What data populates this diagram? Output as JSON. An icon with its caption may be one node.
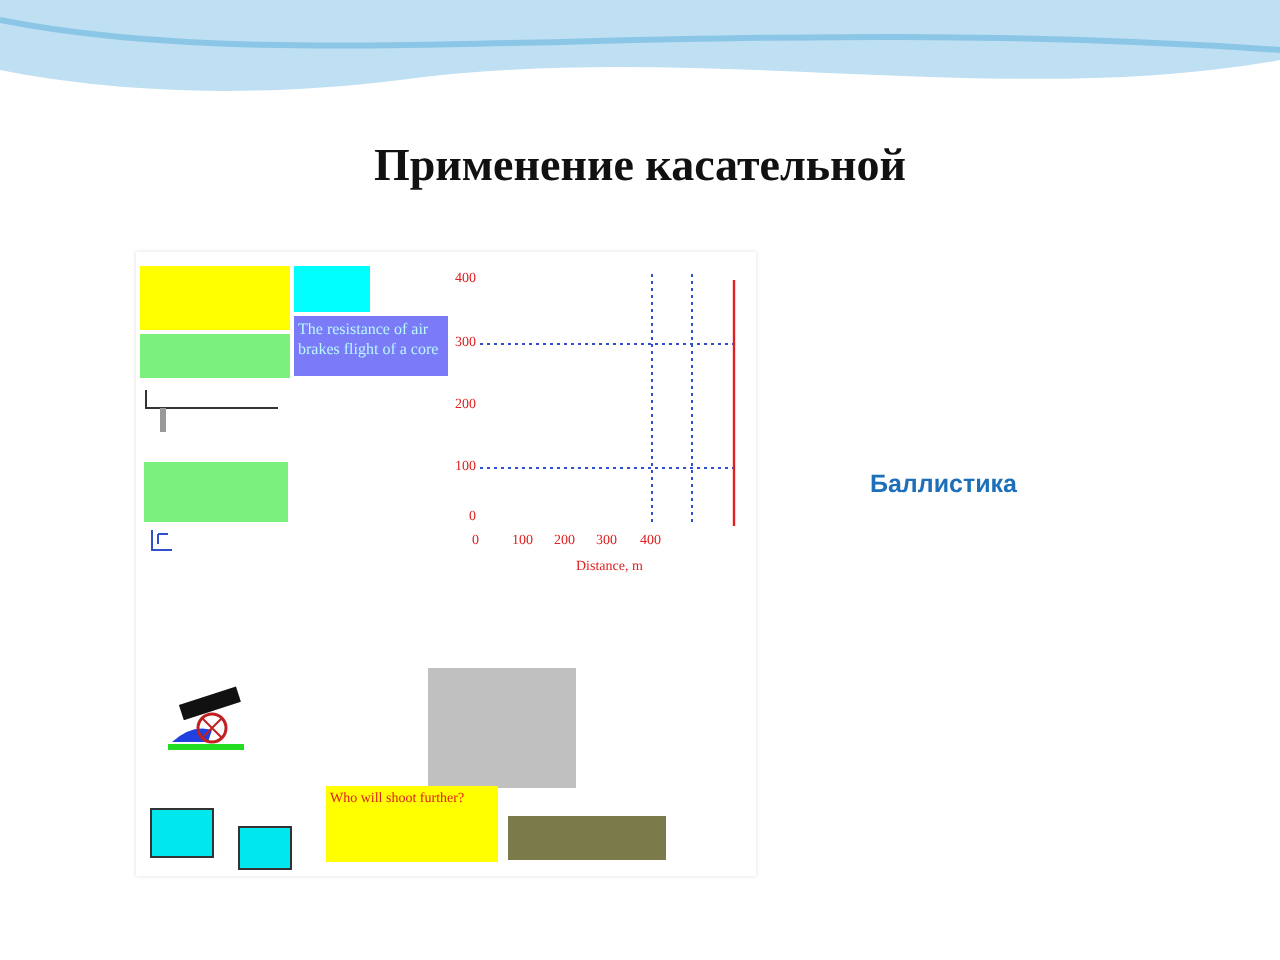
{
  "diagram": {
    "title": "Применение касательной",
    "nodes": [
      {
        "text": [],
        "shape": "box"
      },
      {
        "text": [],
        "shape": "box"
      },
      {
        "text": [
          "The resistance of air brakes flight of a core"
        ]
      },
      {
        "text": [],
        "shape": "box"
      },
      {
        "text": [],
        "shape": "box"
      },
      {
        "text": [],
        "shape": "picture"
      },
      {
        "text": [],
        "shape": "box"
      },
      {
        "text": [
          "Who will shoot further?"
        ]
      },
      {
        "text": [],
        "shape": "box"
      },
      {
        "text": [],
        "shape": "box"
      },
      {
        "text": [],
        "shape": "box"
      }
    ],
    "edges": [],
    "labels": [
      "Баллистика",
      "400",
      "300",
      "200",
      "100",
      "0",
      "0",
      "100",
      "200",
      "300",
      "400",
      "Distance, m"
    ]
  }
}
